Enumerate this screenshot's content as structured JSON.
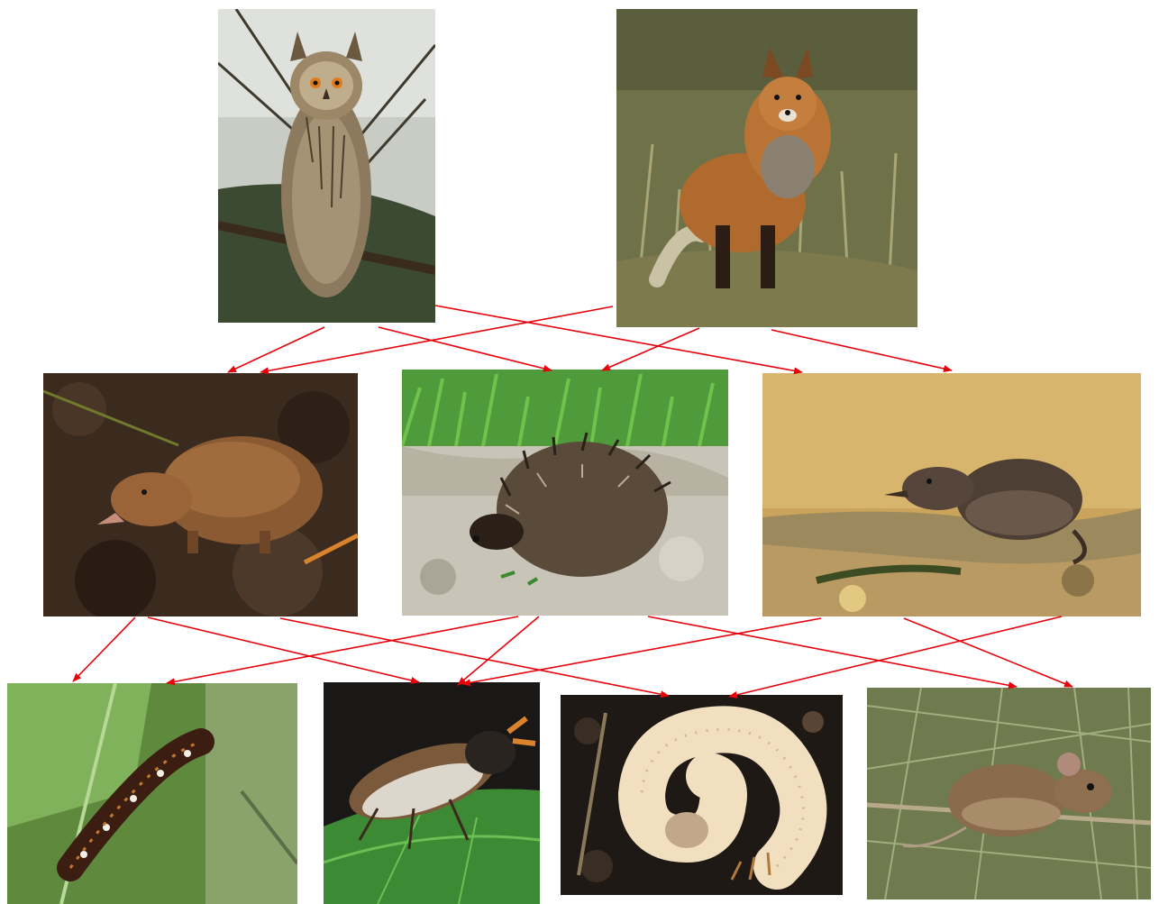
{
  "organisms": [
    {
      "id": "owl",
      "icon": "owl-icon"
    },
    {
      "id": "fox",
      "icon": "fox-icon"
    },
    {
      "id": "shrew",
      "icon": "shrew-icon"
    },
    {
      "id": "hedgehog",
      "icon": "hedgehog-icon"
    },
    {
      "id": "shrew2",
      "icon": "shrew-icon"
    },
    {
      "id": "caterpillar",
      "icon": "caterpillar-icon"
    },
    {
      "id": "beetle",
      "icon": "beetle-icon"
    },
    {
      "id": "grub",
      "icon": "grub-icon"
    },
    {
      "id": "mouse",
      "icon": "mouse-icon"
    }
  ],
  "links": [
    {
      "from": "owl",
      "to": "shrew"
    },
    {
      "from": "owl",
      "to": "hedgehog"
    },
    {
      "from": "owl",
      "to": "shrew2"
    },
    {
      "from": "fox",
      "to": "shrew"
    },
    {
      "from": "fox",
      "to": "hedgehog"
    },
    {
      "from": "fox",
      "to": "shrew2"
    },
    {
      "from": "shrew",
      "to": "caterpillar"
    },
    {
      "from": "shrew",
      "to": "beetle"
    },
    {
      "from": "shrew",
      "to": "grub"
    },
    {
      "from": "hedgehog",
      "to": "caterpillar"
    },
    {
      "from": "hedgehog",
      "to": "beetle"
    },
    {
      "from": "hedgehog",
      "to": "mouse"
    },
    {
      "from": "shrew2",
      "to": "beetle"
    },
    {
      "from": "shrew2",
      "to": "grub"
    },
    {
      "from": "shrew2",
      "to": "mouse"
    }
  ],
  "colors": {
    "arrow": "#e8000b"
  }
}
